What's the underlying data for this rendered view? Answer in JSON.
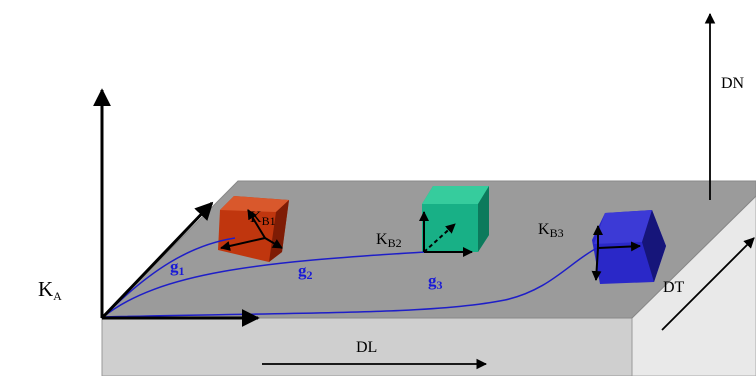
{
  "labels": {
    "ka": {
      "main": "K",
      "sub": "A"
    },
    "kb1": {
      "main": "K",
      "sub": "B1"
    },
    "kb2": {
      "main": "K",
      "sub": "B2"
    },
    "kb3": {
      "main": "K",
      "sub": "B3"
    },
    "g1": {
      "main": "g",
      "sub": "1"
    },
    "g2": {
      "main": "g",
      "sub": "2"
    },
    "g3": {
      "main": "g",
      "sub": "3"
    },
    "dl": "DL",
    "dt": "DT",
    "dn": "DN"
  },
  "colors": {
    "plate_top": "#9b9b9b",
    "plate_front": "#cfcfcf",
    "plate_side": "#e9e9e9",
    "cube1": "#c0360e",
    "cube2": "#18b086",
    "cube3": "#2a28c8",
    "path": "#1e1ec8"
  }
}
